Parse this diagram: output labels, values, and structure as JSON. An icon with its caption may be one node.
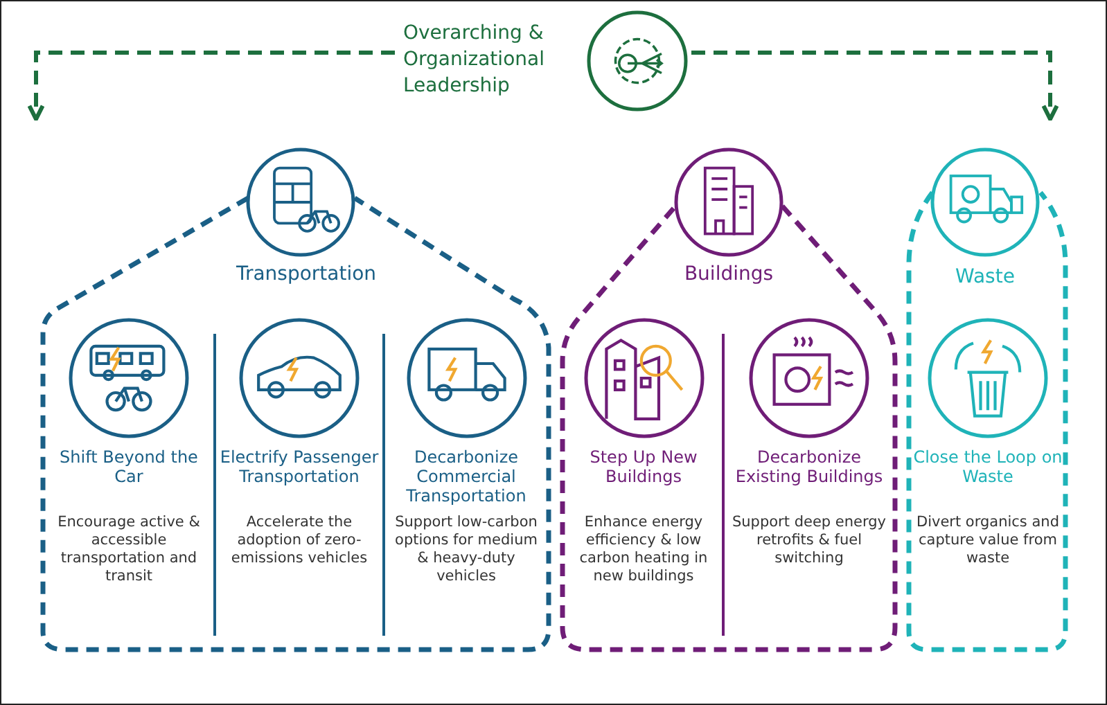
{
  "diagram": {
    "nodes": [
      {
        "text": [
          "Overarching & Organizational Leadership"
        ]
      },
      {
        "text": [
          "Transportation"
        ]
      },
      {
        "text": [
          "Shift Beyond the Car",
          "Encourage active & accessible transportation and transit"
        ],
        "in": 1
      },
      {
        "text": [
          "Electrify Passenger Transportation",
          "Accelerate the adoption of zero-emissions vehicles"
        ],
        "in": 1
      },
      {
        "text": [
          "Decarbonize Commercial Transportation",
          "Support low-carbon options for medium & heavy-duty vehicles"
        ],
        "in": 1
      },
      {
        "text": [
          "Buildings"
        ]
      },
      {
        "text": [
          "Step Up New Buildings",
          "Enhance energy efficiency & low carbon heating in new buildings"
        ],
        "in": 5
      },
      {
        "text": [
          "Decarbonize Existing Buildings",
          "Support deep energy retrofits & fuel switching"
        ],
        "in": 5
      },
      {
        "text": [
          "Waste"
        ]
      },
      {
        "text": [
          "Close the Loop on Waste",
          "Divert organics and capture value from waste"
        ],
        "in": 8
      }
    ],
    "edges": [
      {
        "from": 0,
        "to": 1,
        "arrow": "to",
        "style": "dashed"
      },
      {
        "from": 0,
        "to": 8,
        "arrow": "to",
        "style": "dashed"
      }
    ]
  }
}
